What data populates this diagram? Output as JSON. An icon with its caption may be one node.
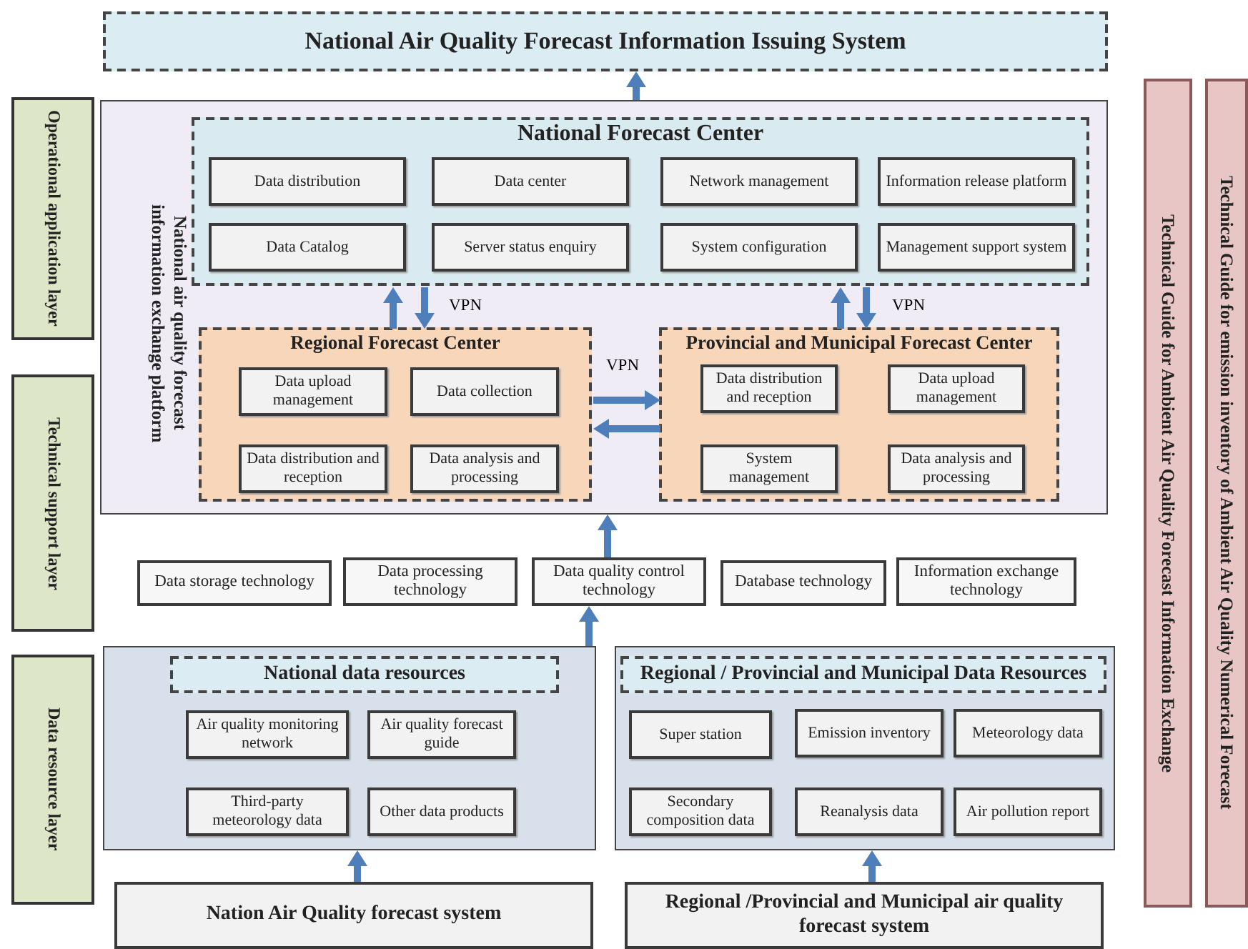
{
  "diagram": {
    "nodes": [
      {
        "text": [
          "National Air Quality Forecast Information Issuing System"
        ]
      },
      {
        "text": [
          "Operational application layer"
        ]
      },
      {
        "text": [
          "National air quality forecast information exchange platform"
        ]
      },
      {
        "text": [
          "National Forecast Center"
        ],
        "in": 2
      },
      {
        "text": [
          "Data distribution"
        ],
        "in": 3
      },
      {
        "text": [
          "Data center"
        ],
        "in": 3
      },
      {
        "text": [
          "Network management"
        ],
        "in": 3
      },
      {
        "text": [
          "Information release platform"
        ],
        "in": 3
      },
      {
        "text": [
          "Data Catalog"
        ],
        "in": 3
      },
      {
        "text": [
          "Server status enquiry"
        ],
        "in": 3
      },
      {
        "text": [
          "System configuration"
        ],
        "in": 3
      },
      {
        "text": [
          "Management support system"
        ],
        "in": 3
      },
      {
        "text": [
          "Regional Forecast Center"
        ],
        "in": 2
      },
      {
        "text": [
          "Data upload management"
        ],
        "in": 12
      },
      {
        "text": [
          "Data collection"
        ],
        "in": 12
      },
      {
        "text": [
          "Data distribution and reception"
        ],
        "in": 12
      },
      {
        "text": [
          "Data analysis and processing"
        ],
        "in": 12
      },
      {
        "text": [
          "Provincial and Municipal Forecast Center"
        ],
        "in": 2
      },
      {
        "text": [
          "Data distribution and reception"
        ],
        "in": 17
      },
      {
        "text": [
          "Data upload management"
        ],
        "in": 17
      },
      {
        "text": [
          "System management"
        ],
        "in": 17
      },
      {
        "text": [
          "Data analysis and processing"
        ],
        "in": 17
      },
      {
        "text": [
          "Technical Guide for Ambient Air Quality Forecast Information Exchange"
        ]
      },
      {
        "text": [
          "Technical Guide for emission inventory of Ambient Air Quality Numerical Forecast"
        ]
      },
      {
        "text": [
          "Technical support layer"
        ]
      },
      {
        "text": [
          "Data storage technology"
        ]
      },
      {
        "text": [
          "Data processing technology"
        ]
      },
      {
        "text": [
          "Data quality control technology"
        ]
      },
      {
        "text": [
          "Database technology"
        ]
      },
      {
        "text": [
          "Information exchange technology"
        ]
      },
      {
        "text": [
          "Data resource layer"
        ]
      },
      {
        "text": [],
        "shape": "box"
      },
      {
        "text": [
          "National data resources"
        ],
        "in": 31
      },
      {
        "text": [
          "Air quality monitoring network"
        ],
        "in": 31
      },
      {
        "text": [
          "Air quality forecast guide"
        ],
        "in": 31
      },
      {
        "text": [
          "Third-party meteorology data"
        ],
        "in": 31
      },
      {
        "text": [
          "Other data products"
        ],
        "in": 31
      },
      {
        "text": [],
        "shape": "box"
      },
      {
        "text": [
          "Regional / Provincial and Municipal Data Resources"
        ],
        "in": 37
      },
      {
        "text": [
          "Super station"
        ],
        "in": 37
      },
      {
        "text": [
          "Emission inventory"
        ],
        "in": 37
      },
      {
        "text": [
          "Meteorology data"
        ],
        "in": 37
      },
      {
        "text": [
          "Secondary composition data"
        ],
        "in": 37
      },
      {
        "text": [
          "Reanalysis data"
        ],
        "in": 37
      },
      {
        "text": [
          "Air pollution report"
        ],
        "in": 37
      },
      {
        "text": [
          "Nation Air Quality forecast system"
        ]
      },
      {
        "text": [
          "Regional /Provincial and Municipal air quality forecast system"
        ]
      }
    ],
    "edges": [
      {
        "from": 2,
        "to": 0,
        "arrow": "to"
      },
      {
        "from": 12,
        "to": 3,
        "arrow": "to"
      },
      {
        "from": 3,
        "to": 12,
        "arrow": "to",
        "label": "VPN"
      },
      {
        "from": 17,
        "to": 3,
        "arrow": "to"
      },
      {
        "from": 3,
        "to": 17,
        "arrow": "to",
        "label": "VPN"
      },
      {
        "from": 12,
        "to": 17,
        "arrow": "to",
        "label": "VPN"
      },
      {
        "from": 17,
        "to": 12,
        "arrow": "to"
      },
      {
        "from": 27,
        "to": 2,
        "arrow": "to"
      },
      {
        "from": 31,
        "to": 27,
        "arrow": "to"
      },
      {
        "from": 45,
        "to": 31,
        "arrow": "to"
      },
      {
        "from": 46,
        "to": 37,
        "arrow": "to"
      }
    ]
  }
}
